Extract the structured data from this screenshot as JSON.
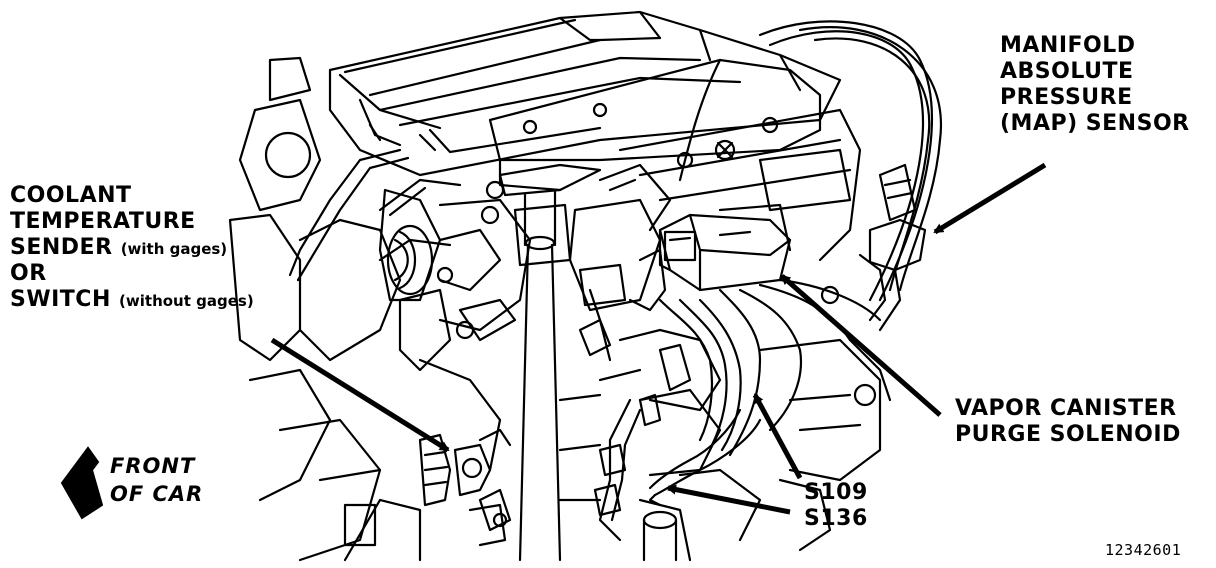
{
  "labels": {
    "map_sensor": [
      "MANIFOLD",
      "ABSOLUTE",
      "PRESSURE",
      "(MAP) SENSOR"
    ],
    "coolant": {
      "line1": "COOLANT",
      "line2": "TEMPERATURE",
      "line3_main": "SENDER",
      "line3_note": "(with gages)",
      "line4": "OR",
      "line5_main": "SWITCH",
      "line5_note": "(without gages)"
    },
    "vapor_canister": [
      "VAPOR CANISTER",
      "PURGE SOLENOID"
    ],
    "splices": [
      "S109",
      "S136"
    ],
    "front_of_car": [
      "FRONT",
      "OF CAR"
    ]
  },
  "figure_number": "12342601",
  "colors": {
    "ink": "#000000",
    "paper": "#ffffff"
  }
}
